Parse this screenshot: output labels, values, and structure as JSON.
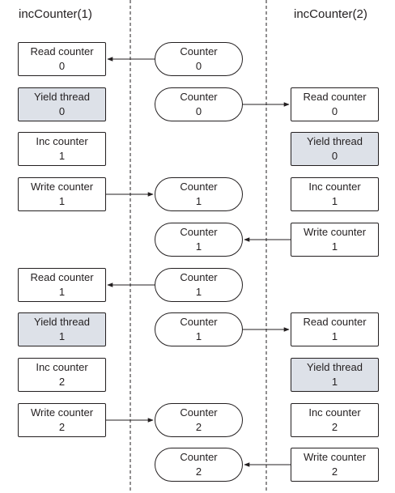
{
  "diagram": {
    "left_title": "incCounter(1)",
    "right_title": "incCounter(2)",
    "rows": [
      {
        "left": {
          "label": "Read counter",
          "value": "0"
        },
        "middle": {
          "label": "Counter",
          "value": "0"
        },
        "right": null,
        "arrow": "middle-to-left"
      },
      {
        "left": {
          "label": "Yield thread",
          "value": "0",
          "kind": "yield"
        },
        "middle": {
          "label": "Counter",
          "value": "0"
        },
        "right": {
          "label": "Read counter",
          "value": "0"
        },
        "arrow": "middle-to-right"
      },
      {
        "left": {
          "label": "Inc counter",
          "value": "1"
        },
        "middle": null,
        "right": {
          "label": "Yield thread",
          "value": "0",
          "kind": "yield"
        },
        "arrow": null
      },
      {
        "left": {
          "label": "Write counter",
          "value": "1"
        },
        "middle": {
          "label": "Counter",
          "value": "1"
        },
        "right": {
          "label": "Inc counter",
          "value": "1"
        },
        "arrow": "left-to-middle"
      },
      {
        "left": null,
        "middle": {
          "label": "Counter",
          "value": "1"
        },
        "right": {
          "label": "Write counter",
          "value": "1"
        },
        "arrow": "right-to-middle"
      },
      {
        "left": {
          "label": "Read counter",
          "value": "1"
        },
        "middle": {
          "label": "Counter",
          "value": "1"
        },
        "right": null,
        "arrow": "middle-to-left"
      },
      {
        "left": {
          "label": "Yield thread",
          "value": "1",
          "kind": "yield"
        },
        "middle": {
          "label": "Counter",
          "value": "1"
        },
        "right": {
          "label": "Read counter",
          "value": "1"
        },
        "arrow": "middle-to-right"
      },
      {
        "left": {
          "label": "Inc counter",
          "value": "2"
        },
        "middle": null,
        "right": {
          "label": "Yield thread",
          "value": "1",
          "kind": "yield"
        },
        "arrow": null
      },
      {
        "left": {
          "label": "Write counter",
          "value": "2"
        },
        "middle": {
          "label": "Counter",
          "value": "2"
        },
        "right": {
          "label": "Inc counter",
          "value": "2"
        },
        "arrow": "left-to-middle"
      },
      {
        "left": null,
        "middle": {
          "label": "Counter",
          "value": "2"
        },
        "right": {
          "label": "Write counter",
          "value": "2"
        },
        "arrow": "right-to-middle"
      }
    ],
    "colors": {
      "stroke": "#231f20",
      "yield_fill": "#dde1e8",
      "box_fill": "#ffffff",
      "text": "#231f20"
    }
  }
}
